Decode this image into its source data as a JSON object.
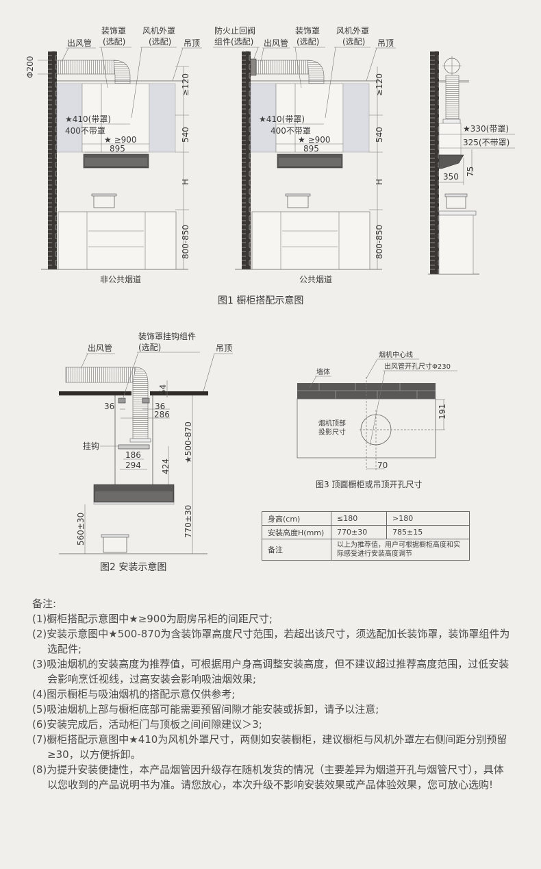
{
  "figure1": {
    "caption": "图1 橱柜搭配示意图",
    "left": {
      "title": "非公共烟道",
      "labels": {
        "duct": "出风管",
        "cover1": "装饰罩",
        "cover2": "(选配)",
        "fan1": "风机外罩",
        "fan2": "(选配)",
        "ceiling": "吊顶"
      },
      "dims": {
        "phi": "Φ200",
        "gap": "≥120",
        "w410": "★410(带罩)",
        "w400": "400不带罩",
        "w900": "★ ≥900",
        "w895": "895",
        "h540": "540",
        "h": "H",
        "base": "800-850"
      }
    },
    "middle": {
      "title": "公共烟道",
      "labels": {
        "valve1": "防火止回阀",
        "valve2": "组件(选配)",
        "duct": "出风管",
        "cover1": "装饰罩",
        "cover2": "(选配)",
        "fan1": "风机外罩",
        "fan2": "(选配)",
        "ceiling": "吊顶"
      },
      "dims": {
        "gap": "≥120",
        "w410": "★410(带罩)",
        "w400": "400不带罩",
        "w900": "★ ≥900",
        "w895": "895",
        "h540": "540",
        "h": "H",
        "base": "800-850"
      }
    },
    "right": {
      "dims": {
        "d330": "★330(带罩)",
        "d325": "325(不带罩)",
        "h75": "75",
        "d350": "350"
      }
    }
  },
  "figure2": {
    "caption": "图2 安装示意图",
    "labels": {
      "duct": "出风管",
      "hook_kit1": "装饰罩挂钩组件",
      "hook_kit2": "(选配)",
      "ceiling": "吊顶",
      "hook": "挂钩"
    },
    "dims": {
      "d54": "54",
      "d36a": "36",
      "d36b": "36",
      "d286": "286",
      "d186": "186",
      "d294": "294",
      "d424": "424",
      "range": "★500-870",
      "d560": "560±30",
      "d770": "770±30"
    }
  },
  "figure3": {
    "caption": "图3 顶面橱柜或吊顶开孔尺寸",
    "labels": {
      "center": "烟机中心线",
      "hole": "出风管开孔尺寸Φ230",
      "wall": "墙体",
      "proj1": "烟机顶部",
      "proj2": "投影尺寸"
    },
    "dims": {
      "d191": "191",
      "d70": "70"
    }
  },
  "table": {
    "rows": [
      [
        "身高(cm)",
        "≤180",
        ">180"
      ],
      [
        "安装高度H(mm)",
        "770±30",
        "785±15"
      ],
      [
        "备注",
        "以上为推荐值，用户可根据橱柜高度和实际感受进行安装高度调节"
      ]
    ]
  },
  "notes": {
    "title": "备注:",
    "items": [
      [
        "(1)橱柜搭配示意图中★≥900为厨房吊柜的间距尺寸;"
      ],
      [
        "(2)安装示意图中★500-870为含装饰罩高度尺寸范围，若超出该尺寸，须选配加长装饰罩，装饰罩组件为",
        "选配件;"
      ],
      [
        "(3)吸油烟机的安装高度为推荐值，可根据用户身高调整安装高度，但不建议超过推荐高度范围，过低安装",
        "会影响烹饪视线，过高安装会影响吸油烟效果;"
      ],
      [
        "(4)图示橱柜与吸油烟机的搭配示意仅供参考;"
      ],
      [
        "(5)吸油烟机上部与橱柜底部可能需要预留间隙才能安装或拆卸，请予以注意;"
      ],
      [
        "(6)安装完成后，活动柜门与顶板之间间隙建议＞3;"
      ],
      [
        "(7)橱柜搭配示意图中★410为风机外罩尺寸，两侧如安装橱柜，建议橱柜与风机外罩左右侧间距分别预留",
        "≥30，以方便拆卸。"
      ],
      [
        "(8)为提升安装便捷性，本产品烟管因升级存在随机发货的情况（主要差异为烟道开孔与烟管尺寸），具体",
        "以您收到的产品说明书为准。请您放心，本次升级不影响安装效果或产品体验效果，您可放心选购!"
      ]
    ]
  },
  "colors": {
    "background": "#f0efeb",
    "brick": "#3b3735",
    "hood": "#5a5856",
    "cabinet_gray": "#dcdde2"
  }
}
